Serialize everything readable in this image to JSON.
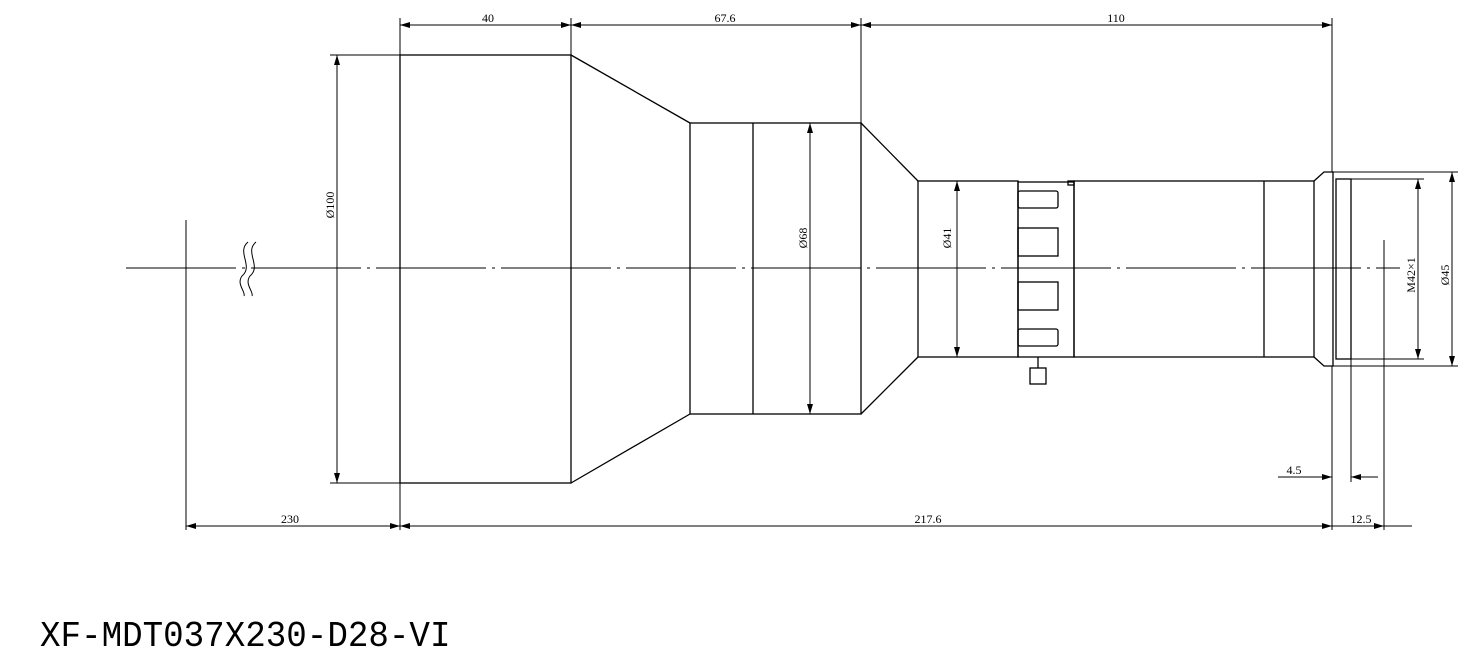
{
  "dimensions": {
    "top_40": "40",
    "top_67_6": "67.6",
    "top_110": "110",
    "bottom_230": "230",
    "bottom_217_6": "217.6",
    "bottom_12_5": "12.5",
    "flange_4_5": "4.5",
    "dia_100": "Ø100",
    "dia_68": "Ø68",
    "dia_41": "Ø41",
    "dia_45": "Ø45",
    "thread": "M42×1"
  },
  "model_name": "XF-MDT037X230-D28-VI"
}
